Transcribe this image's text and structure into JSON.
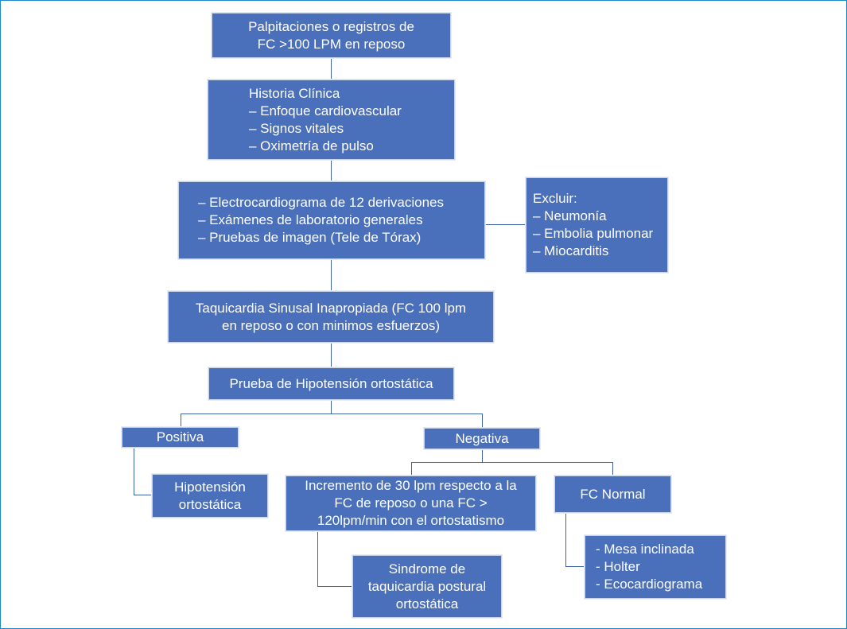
{
  "nodes": {
    "start": [
      "Palpitaciones o registros de",
      "FC >100 LPM en reposo"
    ],
    "history": {
      "title": "Historia Clínica",
      "items": [
        "– Enfoque cardiovascular",
        "– Signos vitales",
        "– Oximetría de pulso"
      ]
    },
    "tests": [
      "– Electrocardiograma de 12 derivaciones",
      "– Exámenes de laboratorio generales",
      "– Pruebas de imagen (Tele de Tórax)"
    ],
    "exclude": {
      "title": "Excluir:",
      "items": [
        "– Neumonía",
        "– Embolia pulmonar",
        "– Miocarditis"
      ]
    },
    "ist": [
      "Taquicardia Sinusal Inapropiada (FC 100 lpm",
      "en reposo o con minimos esfuerzos)"
    ],
    "orthostatic_test": "Prueba de Hipotensión ortostática",
    "positive": "Positiva",
    "negative": "Negativa",
    "orthostatic_hypotension": [
      "Hipotensión",
      "ortostática"
    ],
    "increase": [
      "Incremento de 30 lpm respecto a la",
      "FC de reposo o una FC >",
      "120lpm/min con el ortostatismo"
    ],
    "normal_hr": "FC Normal",
    "pots": [
      "Sindrome de",
      "taquicardia postural",
      "ortostática"
    ],
    "further_tests": [
      "- Mesa inclinada",
      "- Holter",
      "- Ecocardiograma"
    ]
  },
  "colors": {
    "box_fill": "#4a6fbb",
    "connector": "#3d62a8",
    "frame_border": "#1a8ac9",
    "text": "#ffffff"
  }
}
